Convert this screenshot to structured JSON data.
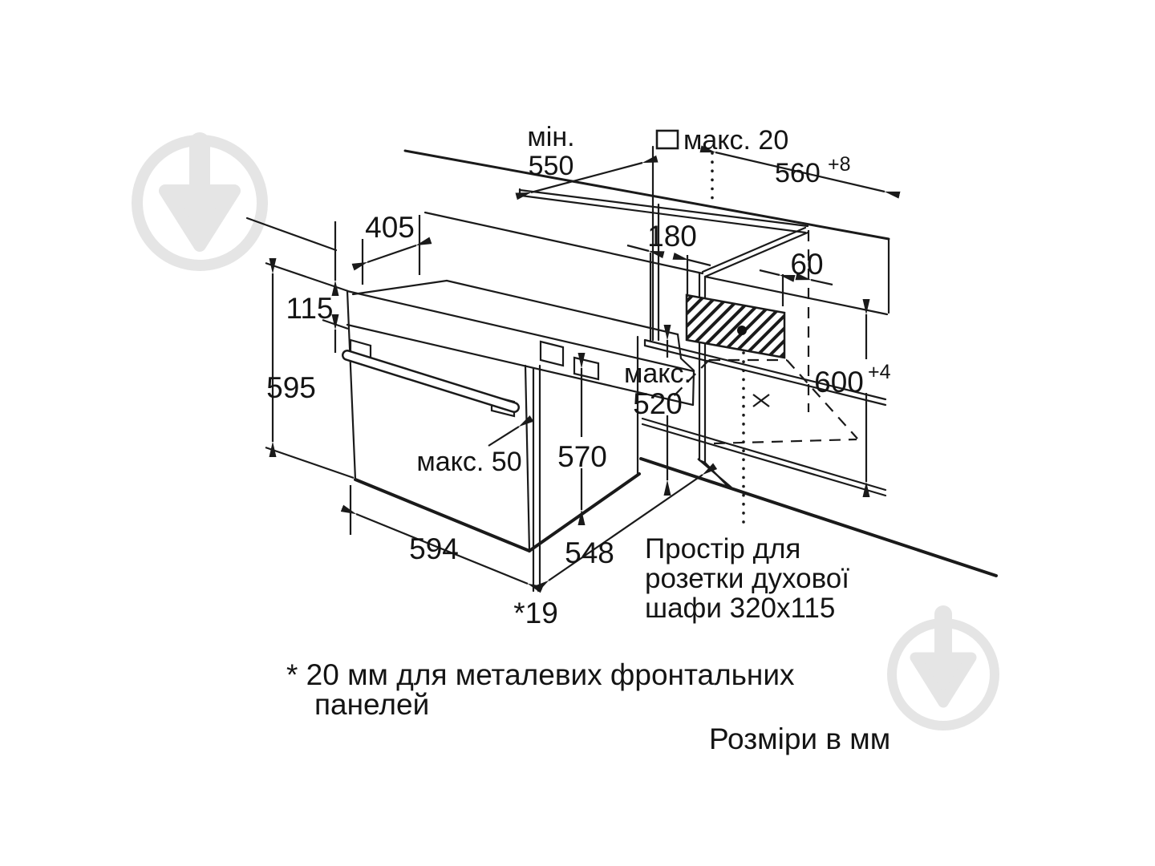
{
  "diagram": {
    "kind": "built-in oven installation drawing",
    "dimensions": {
      "min_550": {
        "prefix": "мін.",
        "value": "550"
      },
      "max_20": "макс. 20",
      "w560": {
        "value": "560",
        "tolerance": "+8"
      },
      "d405": "405",
      "h115": "115",
      "h595": "595",
      "o180": "180",
      "o60": "60",
      "h600": {
        "value": "600",
        "tolerance": "+4"
      },
      "max_520": {
        "prefix": "макс.",
        "value": "520"
      },
      "h570": "570",
      "max_50": "макс. 50",
      "w594": "594",
      "d548": "548",
      "front19": "*19"
    },
    "socket_note": {
      "line1": "Простір для",
      "line2": "розетки духової",
      "line3": "шафи 320x115"
    },
    "footnote": {
      "line1": "* 20 мм для металевих фронтальних",
      "line2": "панелей"
    },
    "units_note": "Розміри в мм",
    "colors": {
      "line": "#1a1a1a",
      "background": "#ffffff",
      "watermark": "#e5e5e5",
      "socket_dot": "#111111"
    }
  }
}
